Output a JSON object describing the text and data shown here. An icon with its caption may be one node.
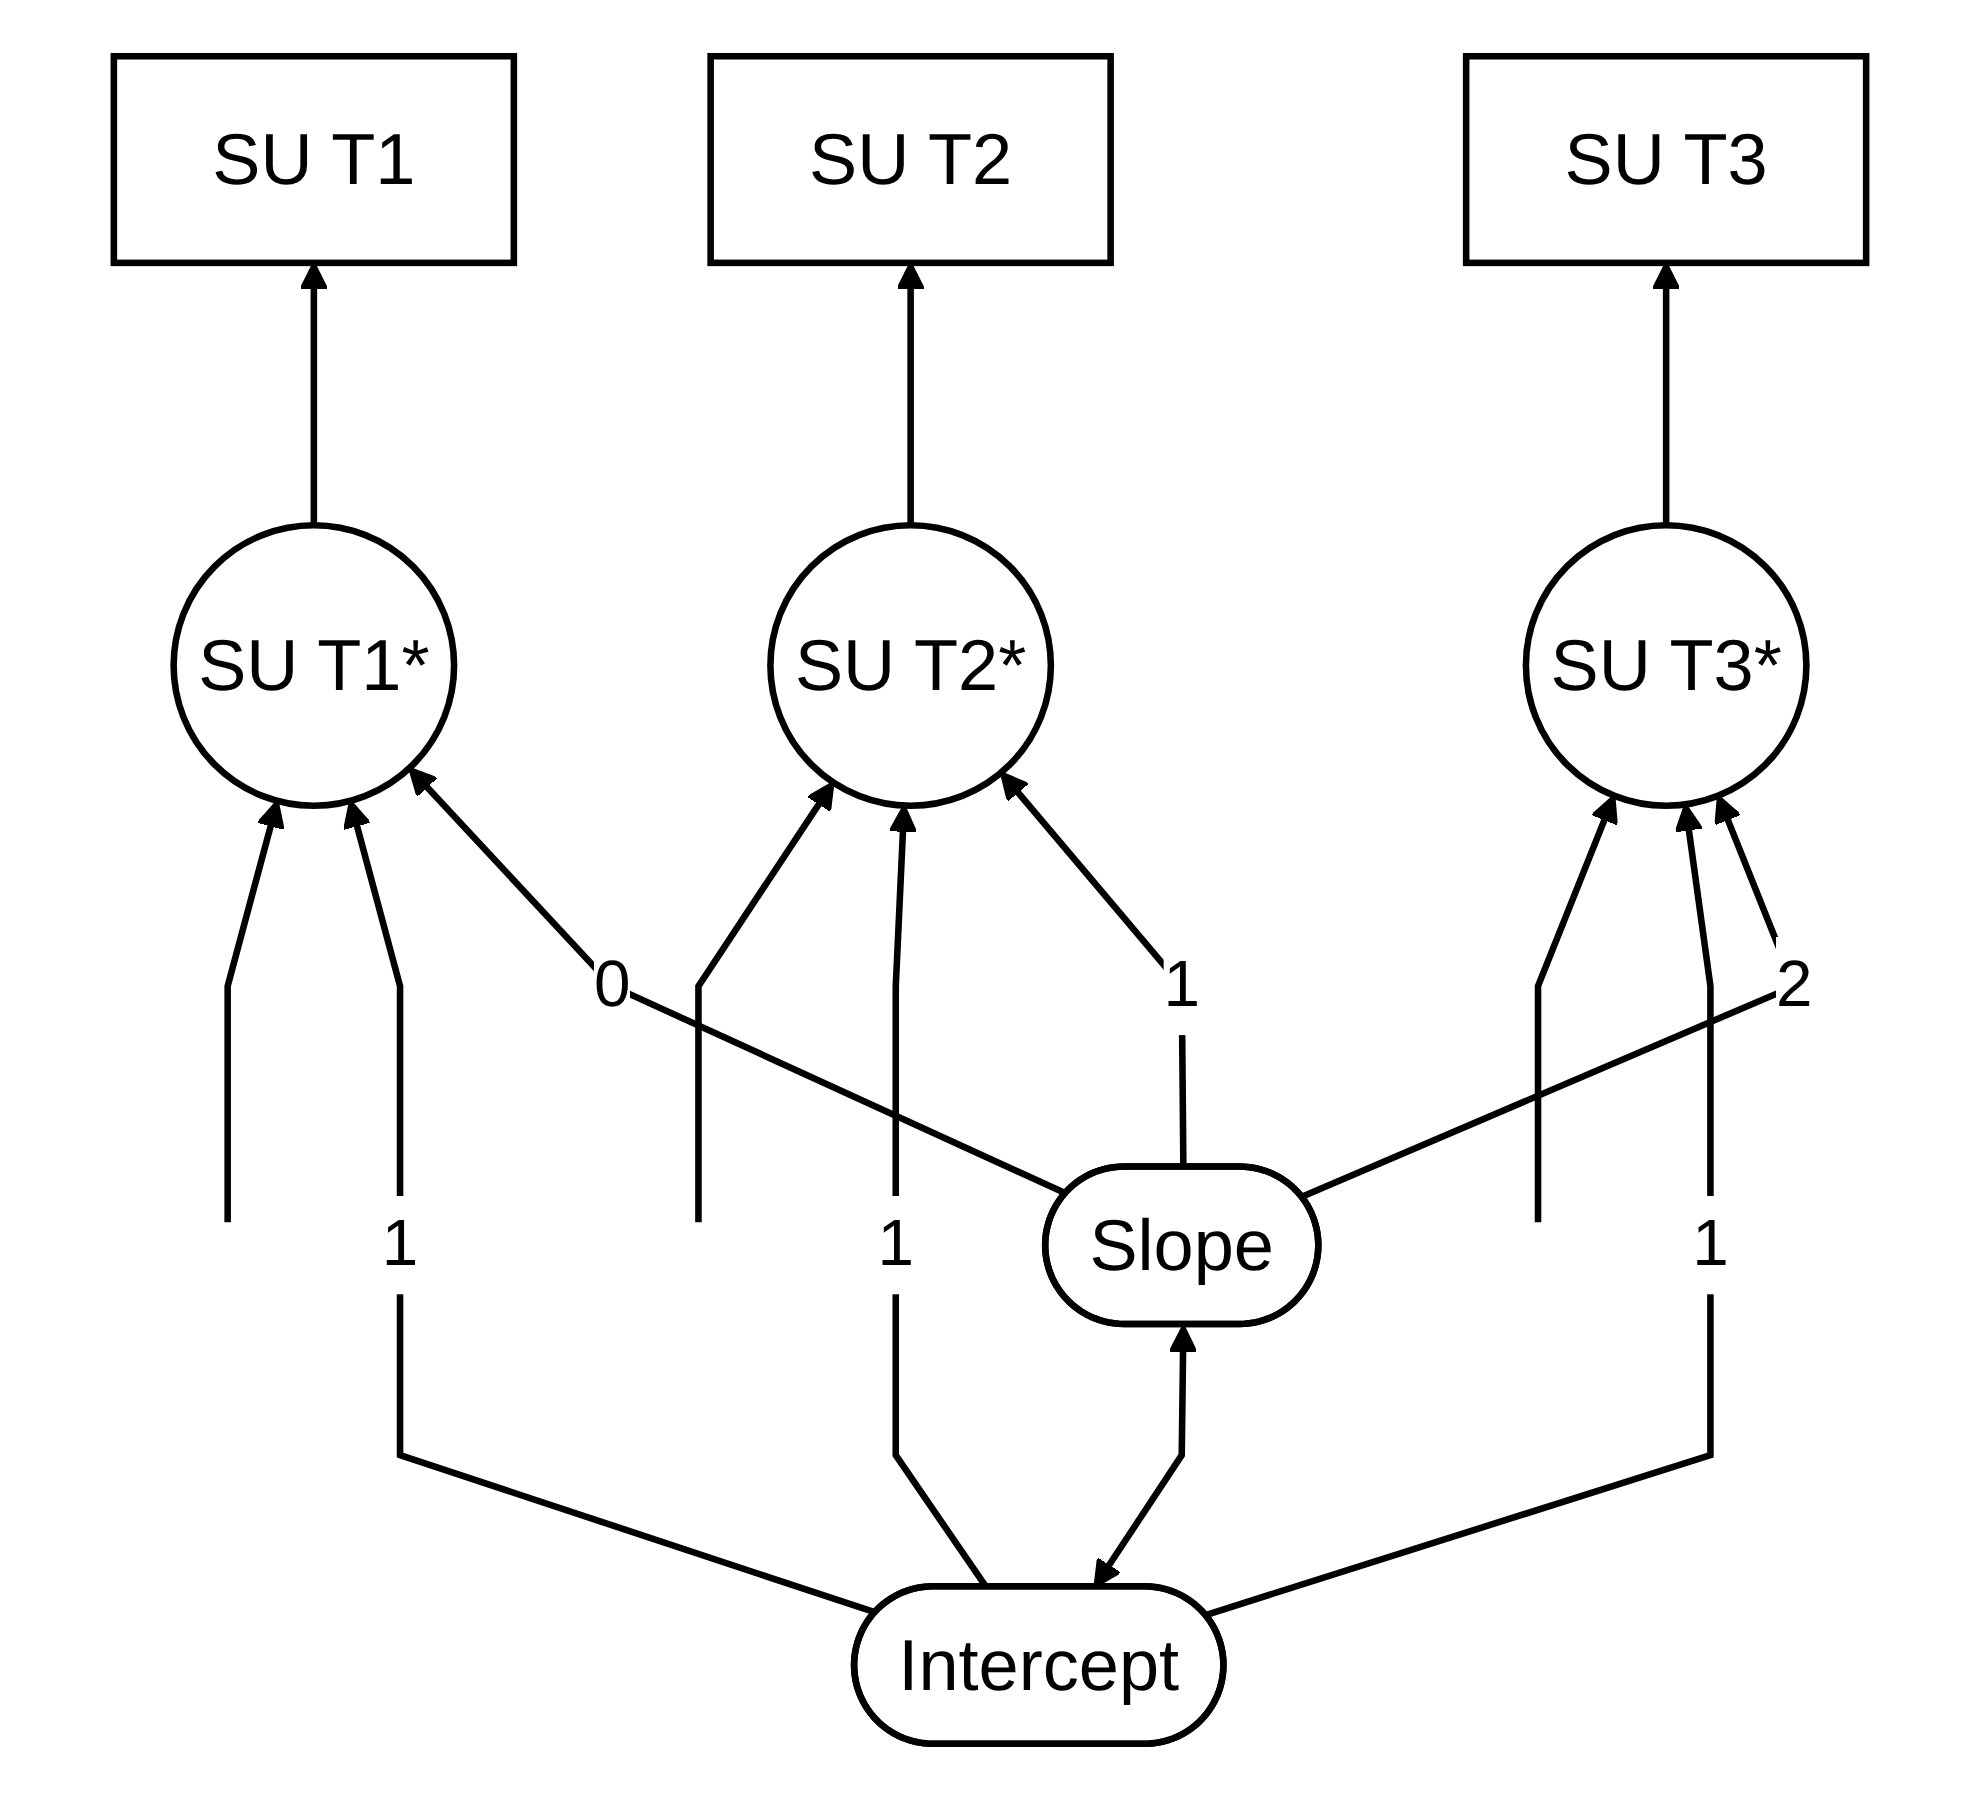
{
  "diagram": {
    "nodes": [
      {
        "text": [
          "SU T1"
        ]
      },
      {
        "text": [
          "SU T2"
        ]
      },
      {
        "text": [
          "SU T3"
        ]
      },
      {
        "text": [
          "SU T1*"
        ]
      },
      {
        "text": [
          "SU T2*"
        ]
      },
      {
        "text": [
          "SU T3*"
        ]
      },
      {
        "text": [
          "Intercept"
        ]
      },
      {
        "text": [
          "Slope"
        ]
      }
    ],
    "edges": [
      {
        "from": 3,
        "to": 0,
        "arrow": "to"
      },
      {
        "from": 4,
        "to": 1,
        "arrow": "to"
      },
      {
        "from": 5,
        "to": 2,
        "arrow": "to"
      },
      {
        "from": null,
        "to": 3,
        "arrow": "to"
      },
      {
        "from": null,
        "to": 4,
        "arrow": "to"
      },
      {
        "from": null,
        "to": 5,
        "arrow": "to"
      },
      {
        "from": 6,
        "to": 3,
        "label": "1",
        "arrow": "to"
      },
      {
        "from": 6,
        "to": 4,
        "label": "1",
        "arrow": "to"
      },
      {
        "from": 6,
        "to": 5,
        "label": "1",
        "arrow": "to"
      },
      {
        "from": 7,
        "to": 3,
        "label": "0",
        "arrow": "to"
      },
      {
        "from": 7,
        "to": 4,
        "label": "1",
        "arrow": "to"
      },
      {
        "from": 7,
        "to": 5,
        "label": "2",
        "arrow": "to"
      },
      {
        "from": 6,
        "to": 7,
        "arrow": "both"
      }
    ]
  }
}
